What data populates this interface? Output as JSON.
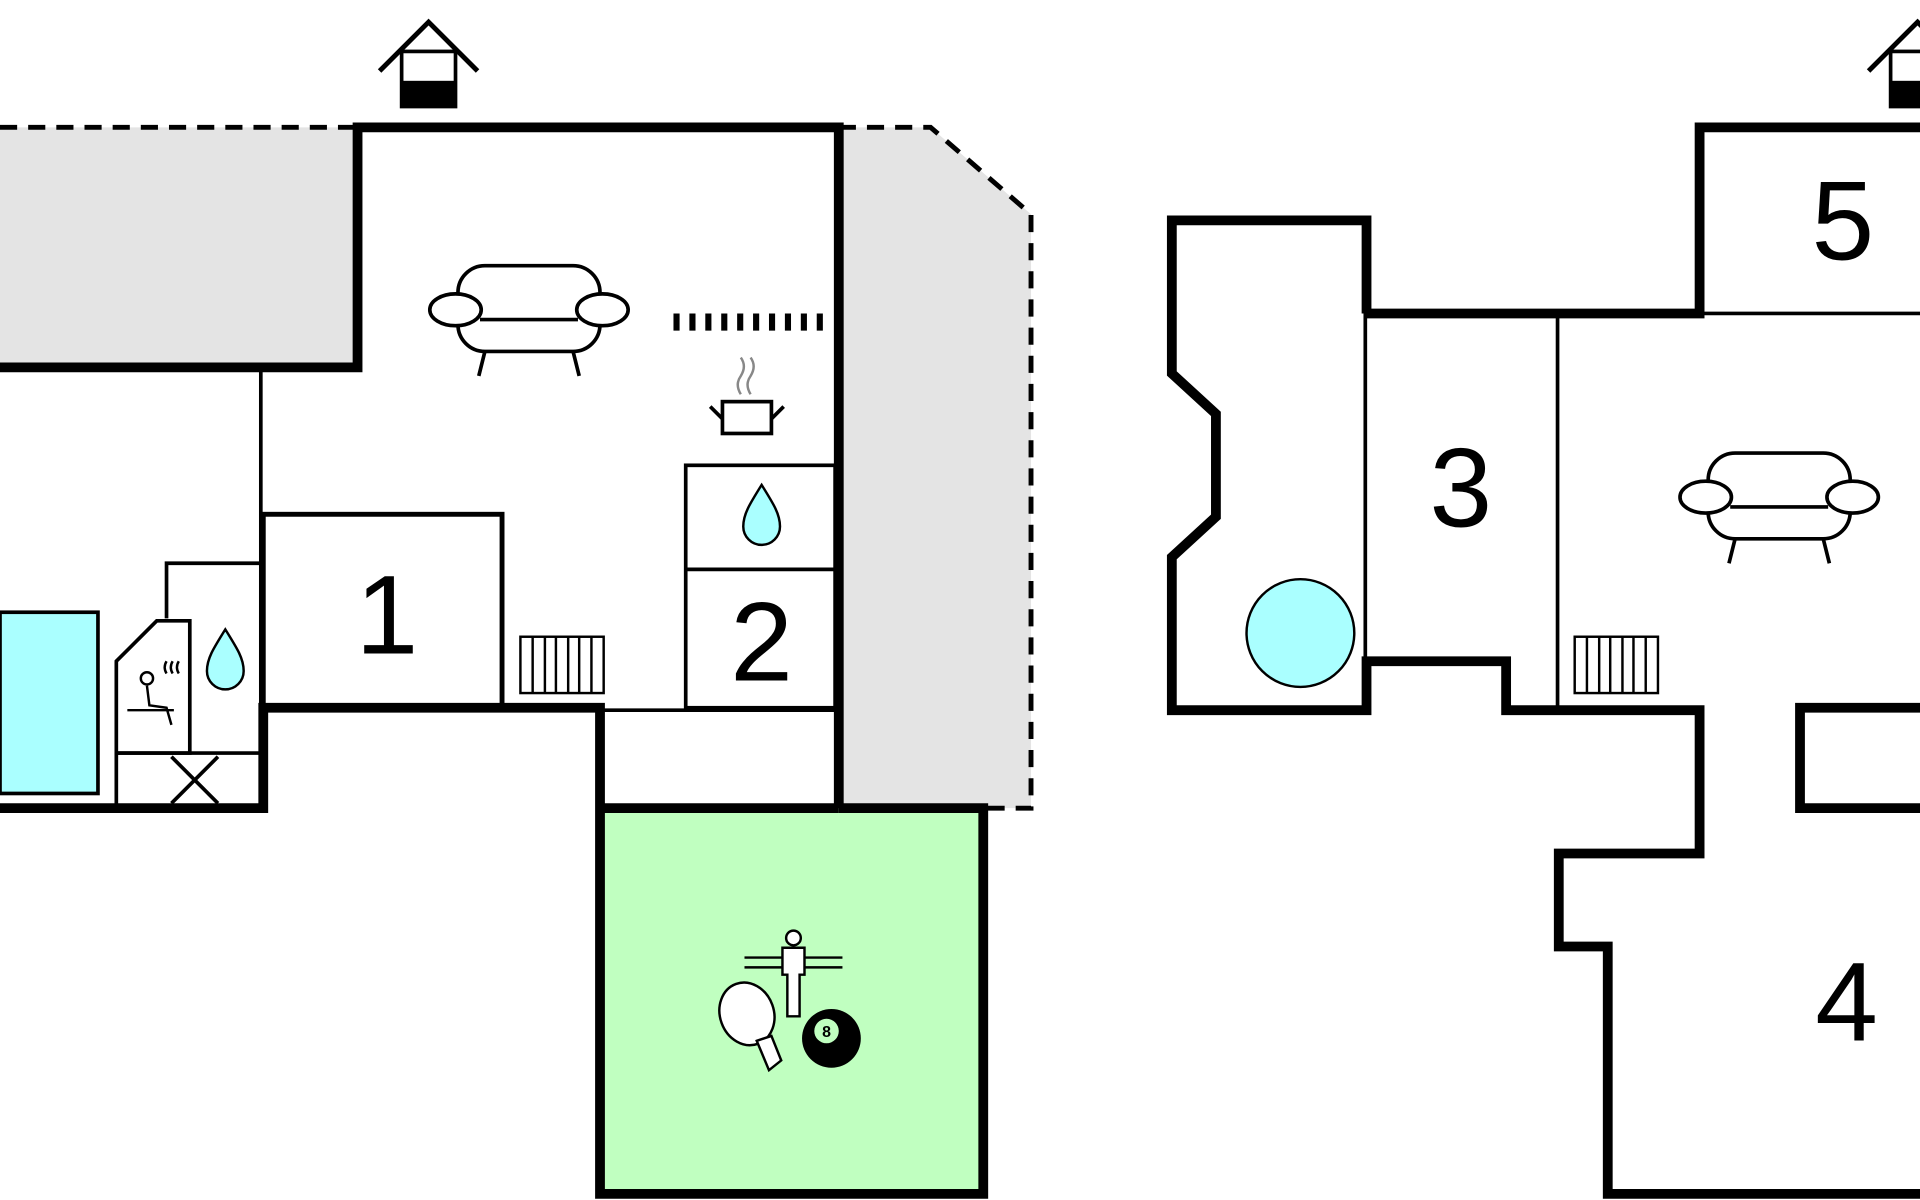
{
  "rooms": {
    "room_1": "1",
    "room_2": "2",
    "room_3": "3",
    "room_4": "4",
    "room_5": "5"
  },
  "colors": {
    "terrace": "#e4e4e4",
    "pool": "#aaffff",
    "activity_room": "#c0ffc0",
    "wall": "#000000"
  },
  "icons": [
    "entrance-icon",
    "sofa-icon",
    "kitchen-pot-icon",
    "water-drop-icon",
    "radiator-icon",
    "sauna-icon",
    "table-football-icon",
    "table-tennis-icon",
    "billiard-ball-icon",
    "hot-tub-icon"
  ],
  "billiard_number": "8"
}
